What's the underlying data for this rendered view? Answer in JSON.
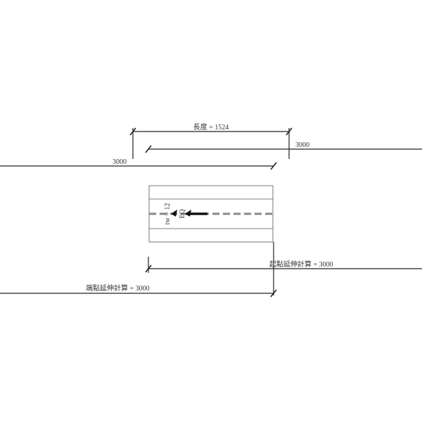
{
  "dimensions": {
    "length_label": "長度 = 1524",
    "top_right_ext": "3000",
    "top_left_ext": "3000",
    "start_ext_label": "起點延伸計算 = 3000",
    "end_ext_label": "端點延伸計算 = 3000"
  },
  "beam": {
    "tw_label": "tw = 12",
    "eq_label": "EQ"
  },
  "colors": {
    "line": "#222222",
    "centerline": "#888888"
  }
}
